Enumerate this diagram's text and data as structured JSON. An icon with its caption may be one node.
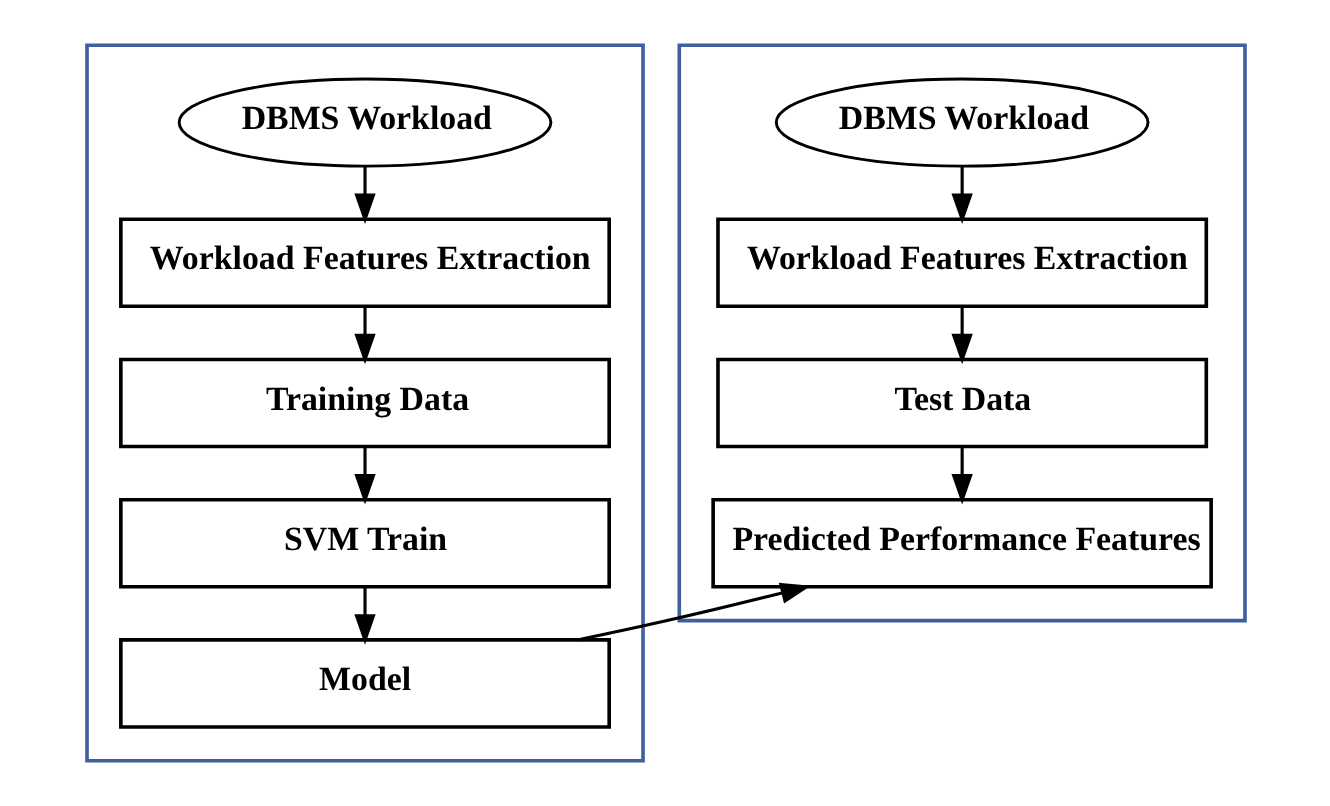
{
  "diagram": {
    "nodes": [
      {
        "text": [],
        "shape": "box"
      },
      {
        "text": [
          "DBMS Workload"
        ],
        "in": 0
      },
      {
        "text": [
          "Workload Features Extraction"
        ],
        "in": 0
      },
      {
        "text": [
          "Training Data"
        ],
        "in": 0
      },
      {
        "text": [
          "SVM Train"
        ],
        "in": 0
      },
      {
        "text": [
          "Model"
        ],
        "in": 0
      },
      {
        "text": [],
        "shape": "box"
      },
      {
        "text": [
          "DBMS Workload"
        ],
        "in": 6
      },
      {
        "text": [
          "Workload Features Extraction"
        ],
        "in": 6
      },
      {
        "text": [
          "Test Data"
        ],
        "in": 6
      },
      {
        "text": [
          "Predicted Performance Features"
        ],
        "in": 6
      }
    ],
    "edges": [
      {
        "from": 1,
        "to": 2,
        "arrow": "to"
      },
      {
        "from": 2,
        "to": 3,
        "arrow": "to"
      },
      {
        "from": 3,
        "to": 4,
        "arrow": "to"
      },
      {
        "from": 4,
        "to": 5,
        "arrow": "to"
      },
      {
        "from": 5,
        "to": 10,
        "arrow": "to"
      },
      {
        "from": 7,
        "to": 8,
        "arrow": "to"
      },
      {
        "from": 8,
        "to": 9,
        "arrow": "to"
      },
      {
        "from": 9,
        "to": 10,
        "arrow": "to"
      }
    ]
  }
}
